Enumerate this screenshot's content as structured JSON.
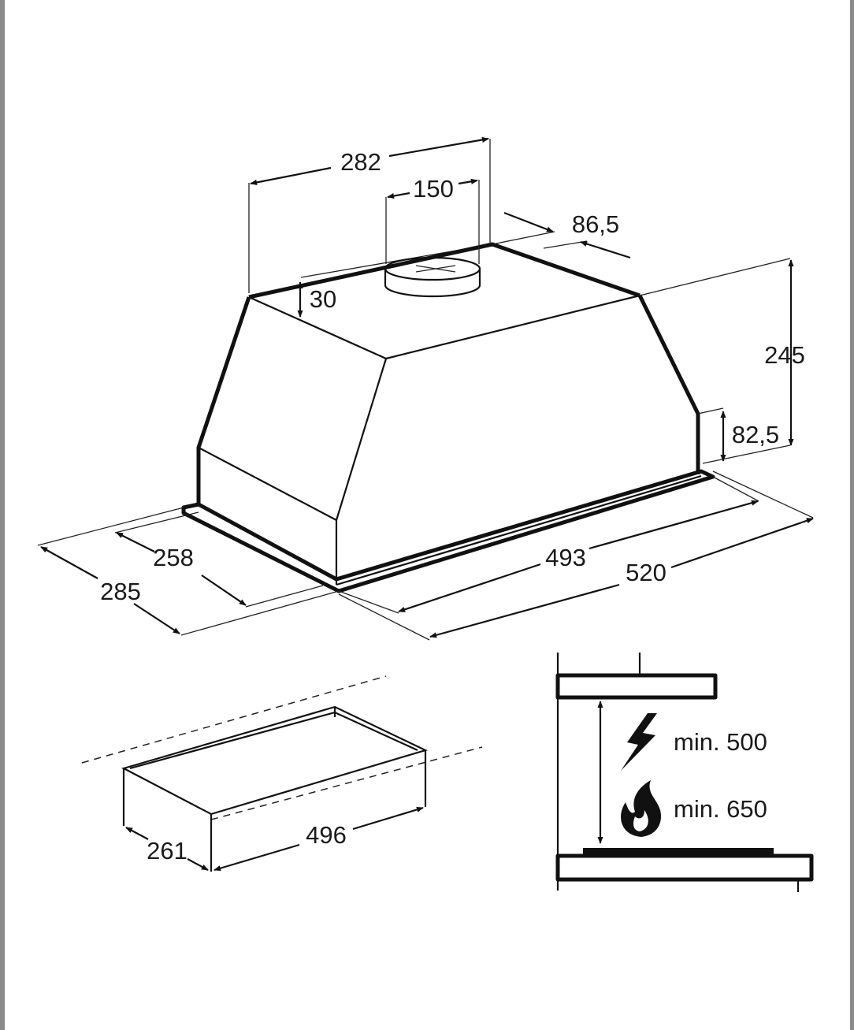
{
  "hood": {
    "dimensions": {
      "top_width": "282",
      "duct_diameter": "150",
      "duct_offset": "86,5",
      "duct_height": "30",
      "total_height": "245",
      "front_height": "82,5",
      "inner_depth": "258",
      "outer_depth": "285",
      "inner_width": "493",
      "outer_width": "520"
    }
  },
  "cutout": {
    "depth": "261",
    "width": "496"
  },
  "clearance": {
    "electric_label": "min. 500",
    "gas_label": "min. 650",
    "electric_icon": "lightning-icon",
    "gas_icon": "flame-icon"
  },
  "colors": {
    "line": "#111111",
    "frame": "#8a8a8a",
    "background": "#ffffff"
  }
}
